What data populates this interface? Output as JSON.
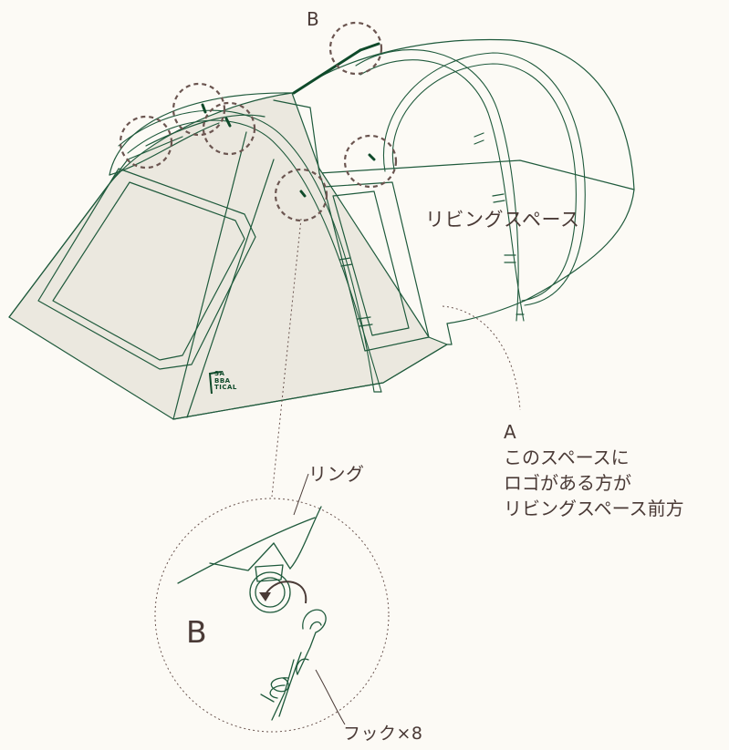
{
  "labels": {
    "b_top": "B",
    "living_space": "リビングスペース",
    "ring": "リング",
    "b_detail": "B",
    "hook": "フック×8"
  },
  "note_a": {
    "letter": "A",
    "line1": "このスペースに",
    "line2": "ロゴがある方が",
    "line3": "リビングスペース前方"
  },
  "logo": {
    "line1": "SA",
    "line2": "BBA",
    "line3": "TICAL"
  },
  "colors": {
    "background": "#fcfaf5",
    "outline": "#1f5a3c",
    "fabric": "#ebe8df",
    "accent": "#0f4a2a",
    "callout": "#6b5550",
    "text": "#4a3a36"
  },
  "icons": {
    "rotate_arrow": "rotate-arrow-icon",
    "hook": "hook-icon"
  }
}
